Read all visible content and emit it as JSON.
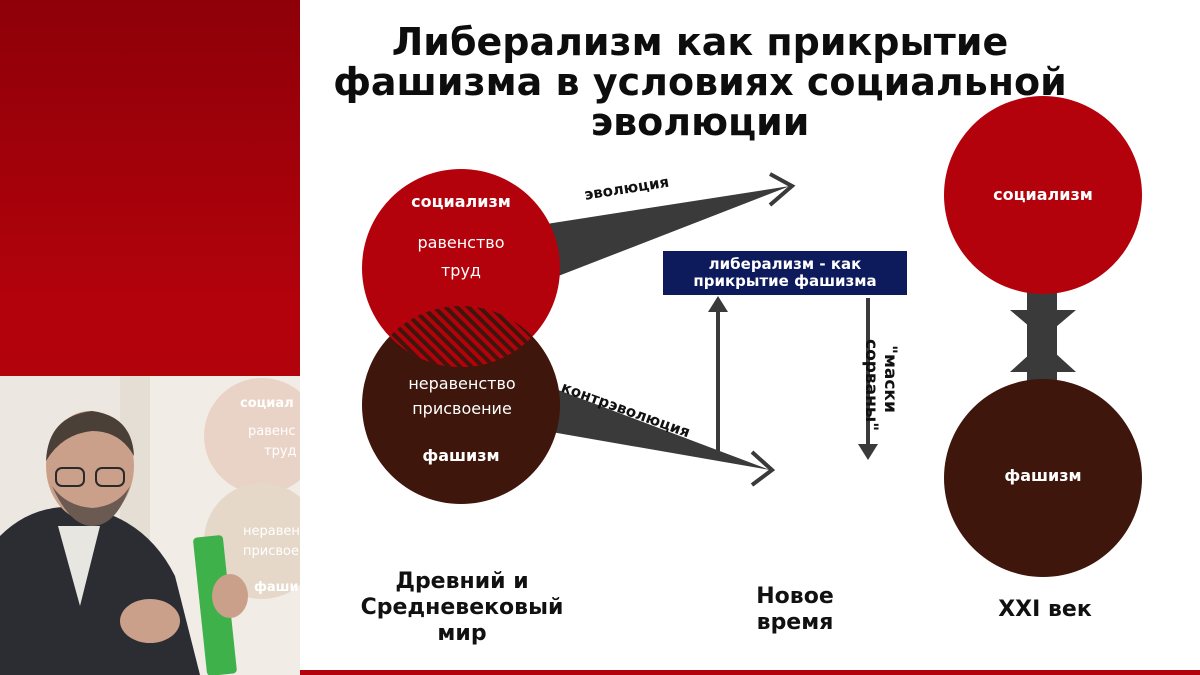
{
  "title": {
    "line1": "Либерализм как прикрытие",
    "line2": "фашизма в условиях социальной",
    "line3": "эволюции"
  },
  "left_circle_top": {
    "heading": "социализм",
    "line1": "равенство",
    "line2": "труд"
  },
  "left_circle_bottom": {
    "line1": "неравенство",
    "line2": "присвоение",
    "heading": "фашизм"
  },
  "arrows": {
    "evolution": "эволюция",
    "counter_evolution": "контрэволюция"
  },
  "liberalism_box": {
    "line1": "либерализм - как",
    "line2": "прикрытие фашизма"
  },
  "masks": {
    "line1": "\"маски",
    "line2": "сорваны\""
  },
  "right_circles": {
    "top": "социализм",
    "bottom": "фашизм"
  },
  "eras": {
    "ancient": {
      "line1": "Древний и",
      "line2": "Средневековый",
      "line3": "мир"
    },
    "modern": {
      "line1": "Новое",
      "line2": "время"
    },
    "current": "XXI век"
  },
  "webcam_slide_fragments": {
    "l1": "социал",
    "l2": "равенс",
    "l3": "труд",
    "l4": "неравен",
    "l5": "присвое",
    "l6": "фаши"
  },
  "colors": {
    "accent_red": "#b3020c",
    "dark_brown": "#3e160b",
    "navy": "#0d1a5c"
  }
}
